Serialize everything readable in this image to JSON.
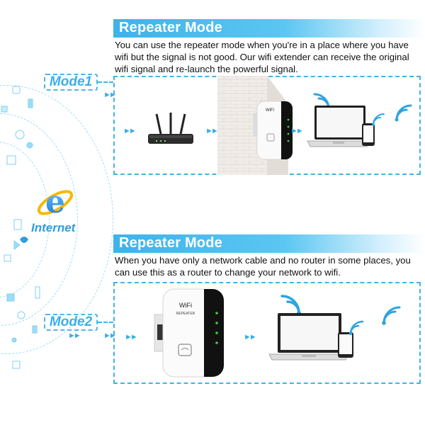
{
  "sections": [
    {
      "heading": "Repeater Mode",
      "lines": [
        "You can use the repeater mode when you're in a place where you have",
        "wifi but the signal is not good. Our wifi extender can receive the original",
        "wifi signal and re-launch the powerful signal."
      ],
      "mode_label": "Mode1"
    },
    {
      "heading": "Repeater Mode",
      "lines": [
        "When you have only a network cable and no router in some places, you",
        "can use this as a router to change your network to wifi."
      ],
      "mode_label": "Mode2"
    }
  ],
  "sidebar": {
    "internet_label": "Internet"
  },
  "device": {
    "brand": "WiFi",
    "model": "REPEATER"
  },
  "colors": {
    "accent": "#3db3ea",
    "dashed": "#42b3e6",
    "device_black": "#111111"
  },
  "icons": [
    "internet-explorer-icon",
    "router-icon",
    "wifi-repeater-icon",
    "laptop-icon",
    "smartphone-icon",
    "wifi-signal-icon",
    "ethernet-plug-icon"
  ]
}
